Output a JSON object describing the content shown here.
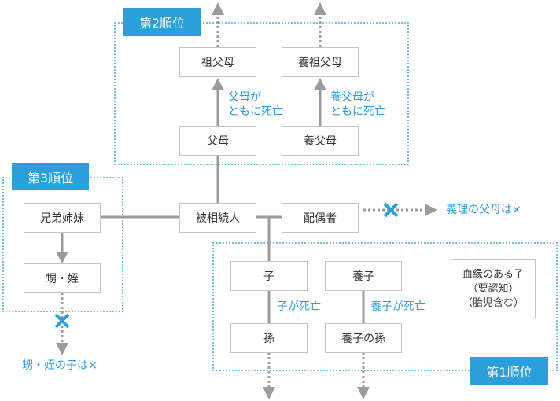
{
  "colors": {
    "accent": "#2b9fd9",
    "region_border": "#6cc0ea",
    "connector": "#9b9b9b",
    "node_border": "#c4c4c4",
    "node_text": "#333333",
    "cross_mark": "#2b9fd9"
  },
  "regions": {
    "rank2": {
      "label": "第2順位"
    },
    "rank3": {
      "label": "第3順位"
    },
    "rank1": {
      "label": "第1順位"
    }
  },
  "nodes": {
    "grandparents": "祖父母",
    "adoptive_grandparents": "養祖父母",
    "parents": "父母",
    "adoptive_parents": "養父母",
    "siblings": "兄弟姉妹",
    "nephews_nieces": "甥・姪",
    "decedent": "被相続人",
    "spouse": "配偶者",
    "child": "子",
    "adopted_child": "養子",
    "grandchild": "孫",
    "adopted_grandchild": "養子の孫",
    "blood_child": [
      "血縁のある子",
      "（要認知）",
      "（胎児含む）"
    ]
  },
  "annotations": {
    "parents_deceased": [
      "父母が",
      "ともに死亡"
    ],
    "adoptive_parents_deceased": [
      "養父母が",
      "ともに死亡"
    ],
    "child_deceased": "子が死亡",
    "adopted_child_deceased": "養子が死亡",
    "in_law_parents_excluded": "義理の父母は×",
    "nephew_children_excluded": "甥・姪の子は×"
  }
}
